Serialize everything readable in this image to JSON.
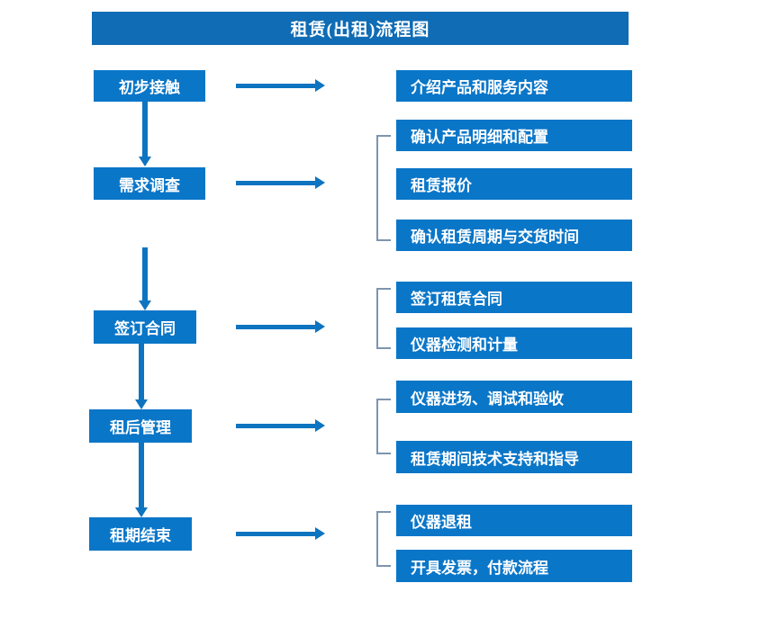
{
  "diagram": {
    "title": "租赁(出租)流程图",
    "colors": {
      "title_bar": "#0f6cb5",
      "box_fill": "#0a76c8",
      "box_text": "#ffffff",
      "arrow": "#0d74c0",
      "bracket": "#7d95ae",
      "background": "#ffffff"
    },
    "stages": [
      {
        "label": "初步接触"
      },
      {
        "label": "需求调查"
      },
      {
        "label": "签订合同"
      },
      {
        "label": "租后管理"
      },
      {
        "label": "租期结束"
      }
    ],
    "details": [
      {
        "label": "介绍产品和服务内容"
      },
      {
        "label": "确认产品明细和配置"
      },
      {
        "label": "租赁报价"
      },
      {
        "label": "确认租赁周期与交货时间"
      },
      {
        "label": "签订租赁合同"
      },
      {
        "label": "仪器检测和计量"
      },
      {
        "label": "仪器进场、调试和验收"
      },
      {
        "label": "租赁期间技术支持和指导"
      },
      {
        "label": "仪器退租"
      },
      {
        "label": "开具发票，付款流程"
      }
    ]
  }
}
